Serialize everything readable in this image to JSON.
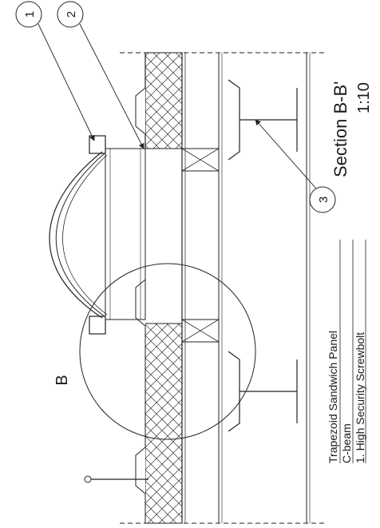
{
  "title": "Section B-B'",
  "scale": "1:10",
  "detail_label": "B",
  "callouts": [
    "1",
    "2",
    "3"
  ],
  "legend": {
    "lines": [
      "Trapezoid Sandwich Panel",
      "C-beam",
      "1. High Security Screwbolt"
    ]
  }
}
